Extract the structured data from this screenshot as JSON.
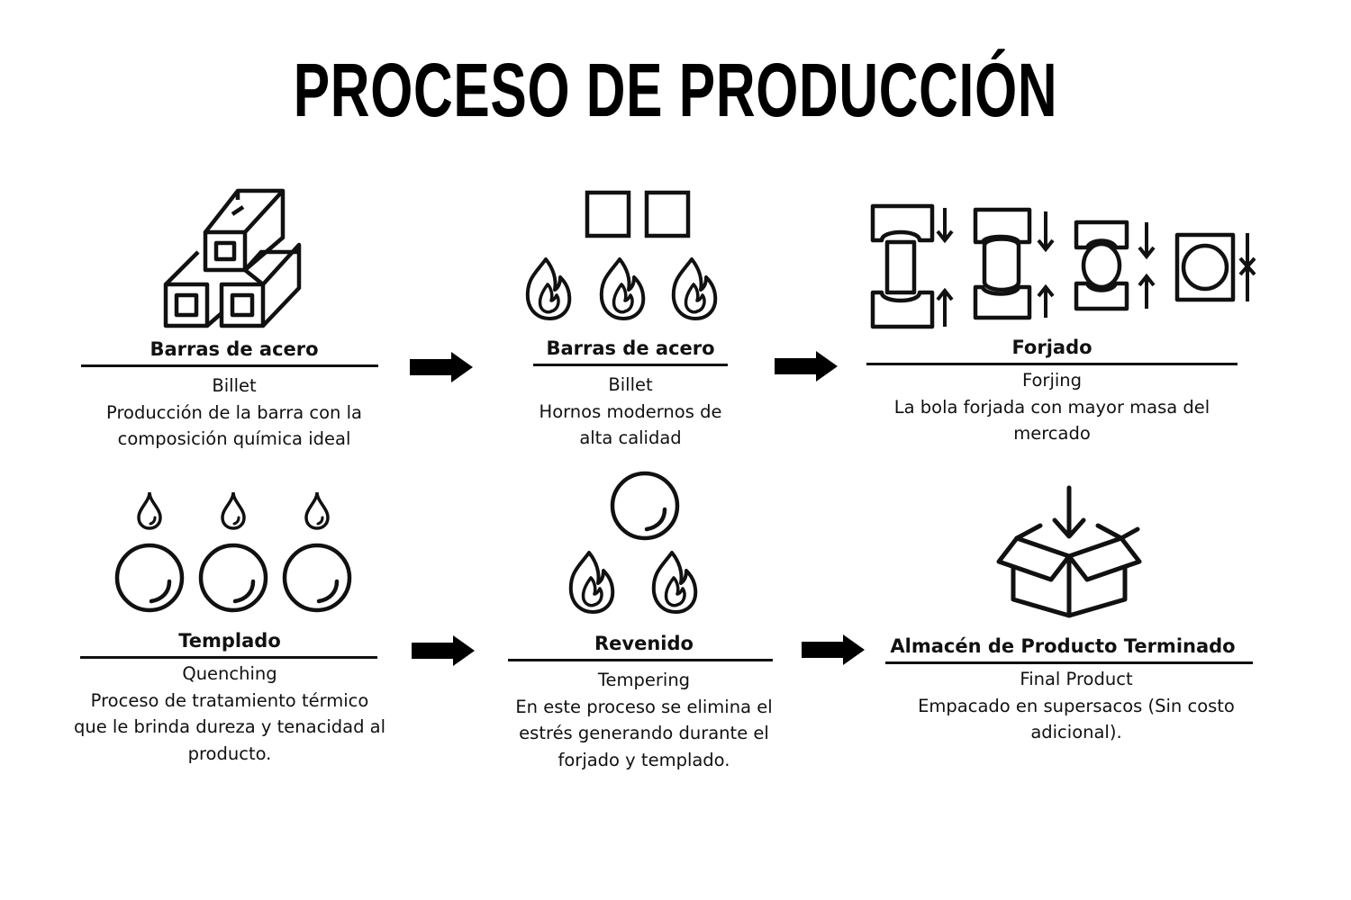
{
  "title": "PROCESO DE PRODUCCIÓN",
  "steps": [
    {
      "title": "Barras de acero",
      "subtitle": "Billet",
      "description": [
        "Producción de la barra con la",
        "composición química ideal"
      ],
      "icon": "steel-bars-icon"
    },
    {
      "title": "Barras de acero",
      "subtitle": "Billet",
      "description": [
        "Hornos modernos de",
        "alta calidad"
      ],
      "icon": "furnace-fire-icon"
    },
    {
      "title": "Forjado",
      "subtitle": "Forjing",
      "description": [
        "La bola forjada con mayor masa del",
        "mercado"
      ],
      "icon": "forging-press-icon"
    },
    {
      "title": "Templado",
      "subtitle": "Quenching",
      "description": [
        "Proceso de tratamiento térmico",
        "que le brinda dureza y tenacidad al",
        "producto."
      ],
      "icon": "water-drop-balls-icon"
    },
    {
      "title": "Revenido",
      "subtitle": "Tempering",
      "description": [
        "En este proceso se elimina el",
        "estrés generando durante el",
        "forjado y templado."
      ],
      "icon": "ball-fire-icon"
    },
    {
      "title": "Almacén de Producto Terminado",
      "subtitle": "Final Product",
      "description": [
        "Empacado en supersacos (Sin costo",
        "adicional)."
      ],
      "icon": "box-icon"
    }
  ]
}
